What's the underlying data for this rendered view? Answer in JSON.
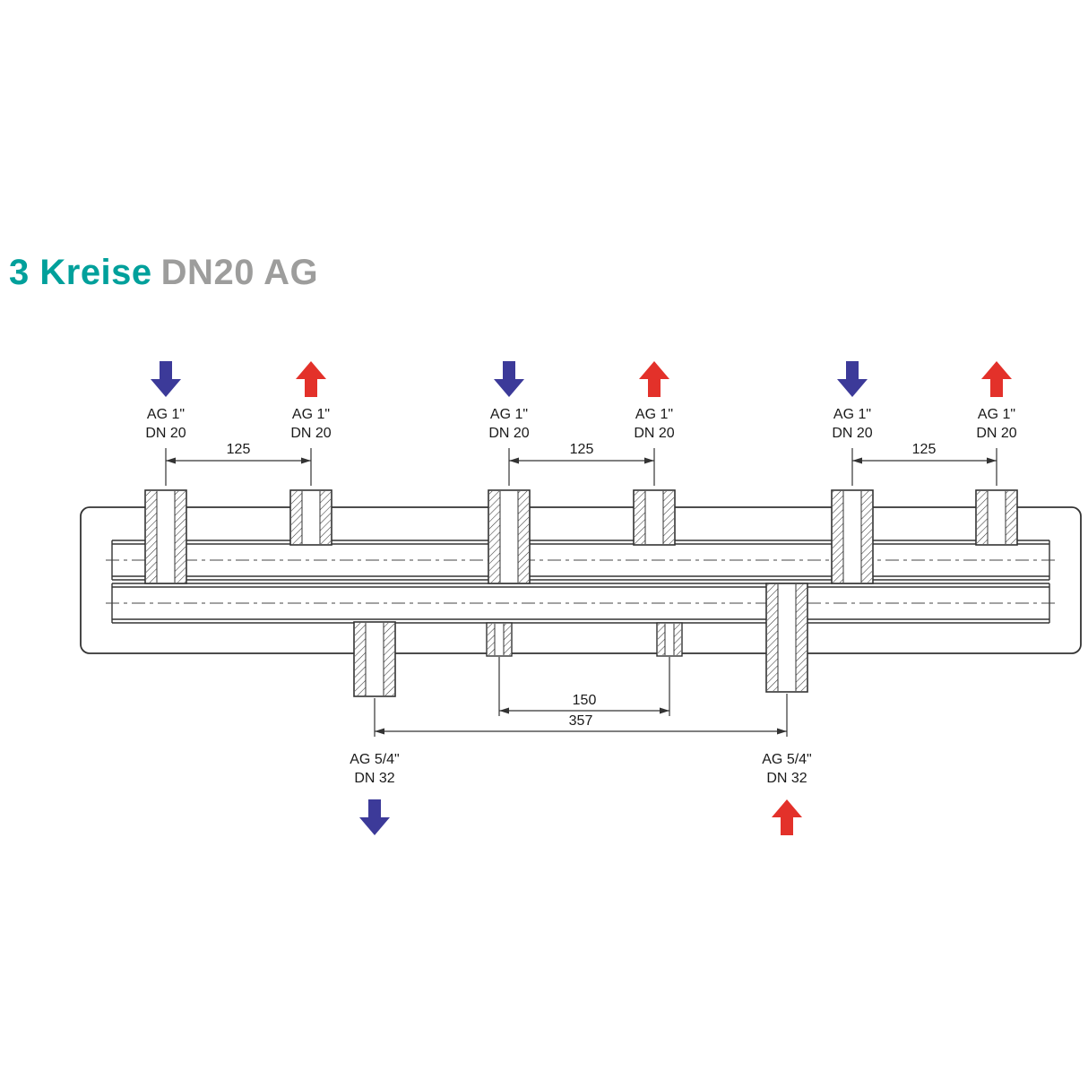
{
  "title": {
    "main": "3 Kreise",
    "sub": "DN20 AG"
  },
  "colors": {
    "accent_teal": "#00A09B",
    "label_gray": "#9D9D9C",
    "flow_down_blue": "#3C3A99",
    "flow_up_red": "#E3312A",
    "line": "#333333"
  },
  "top_connections": [
    {
      "flow": "down",
      "size": "AG 1\"",
      "dn": "DN 20"
    },
    {
      "flow": "up",
      "size": "AG 1\"",
      "dn": "DN 20"
    },
    {
      "flow": "down",
      "size": "AG 1\"",
      "dn": "DN 20"
    },
    {
      "flow": "up",
      "size": "AG 1\"",
      "dn": "DN 20"
    },
    {
      "flow": "down",
      "size": "AG 1\"",
      "dn": "DN 20"
    },
    {
      "flow": "up",
      "size": "AG 1\"",
      "dn": "DN 20"
    }
  ],
  "top_dimensions": [
    "125",
    "125",
    "125"
  ],
  "bottom_connections": [
    {
      "flow": "down",
      "size": "AG 5/4\"",
      "dn": "DN 32"
    },
    {
      "flow": "up",
      "size": "AG 5/4\"",
      "dn": "DN 32"
    }
  ],
  "bottom_dimensions": {
    "inner": "150",
    "outer": "357"
  }
}
